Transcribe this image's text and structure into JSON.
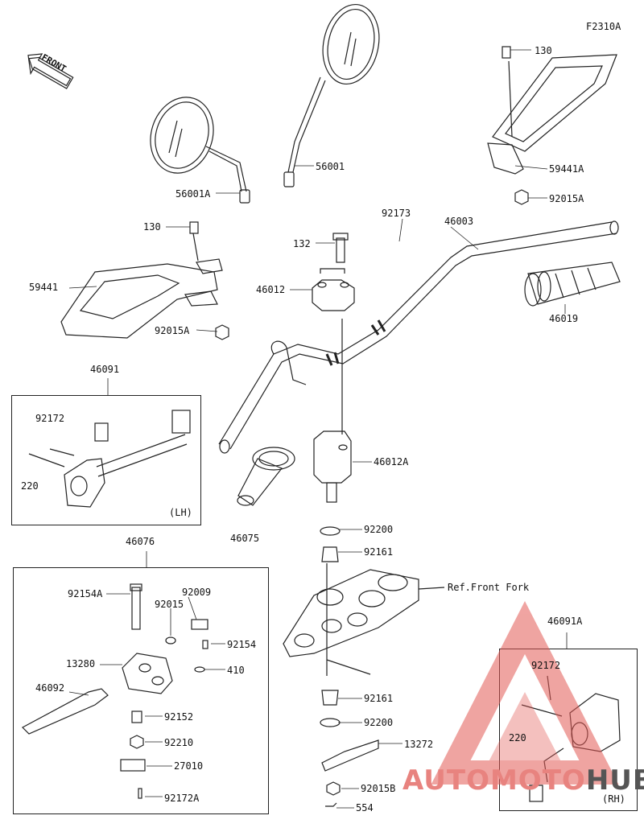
{
  "figure_code": "F2310A",
  "direction_label": "FRONT",
  "colors": {
    "line": "#222222",
    "watermark_red": "#e35a55",
    "watermark_gray": "#555555"
  },
  "parts": {
    "p56001A": "56001A",
    "p56001": "56001",
    "p130_right": "130",
    "p59441A": "59441A",
    "p92015A_right": "92015A",
    "p92173": "92173",
    "p46003": "46003",
    "p130_left": "130",
    "p132": "132",
    "p46012": "46012",
    "p59441": "59441",
    "p92015A_left": "92015A",
    "p46019": "46019",
    "p46091": "46091",
    "p92172_lh": "92172",
    "p220_lh": "220",
    "lh_side": "(LH)",
    "p46012A": "46012A",
    "p46075": "46075",
    "p92200_top": "92200",
    "p92161_top": "92161",
    "ref_front_fork": "Ref.Front Fork",
    "p46076": "46076",
    "p92154A": "92154A",
    "p92009": "92009",
    "p92015": "92015",
    "p92154": "92154",
    "p13280": "13280",
    "p410": "410",
    "p46092": "46092",
    "p92152": "92152",
    "p92210": "92210",
    "p27010": "27010",
    "p92172A": "92172A",
    "p92161_bottom": "92161",
    "p92200_bottom": "92200",
    "p13272": "13272",
    "p92015B": "92015B",
    "p554": "554",
    "p46091A": "46091A",
    "p92172_rh": "92172",
    "p220_rh": "220",
    "rh_side": "(RH)"
  },
  "watermark": {
    "brand_part1": "AUTOMOTO",
    "brand_part2": "HUB"
  }
}
